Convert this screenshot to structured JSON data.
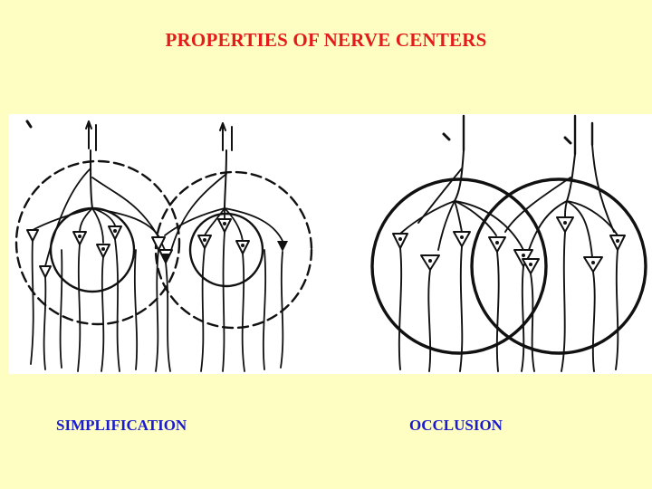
{
  "title": "PROPERTIES OF NERVE CENTERS",
  "figure": {
    "left_caption": "SIMPLIFICATION",
    "right_caption": "OCCLUSION"
  },
  "colors": {
    "background": "#fefdc2",
    "title": "#e31b1b",
    "caption": "#1a1ad0",
    "drawing": "#111111"
  }
}
